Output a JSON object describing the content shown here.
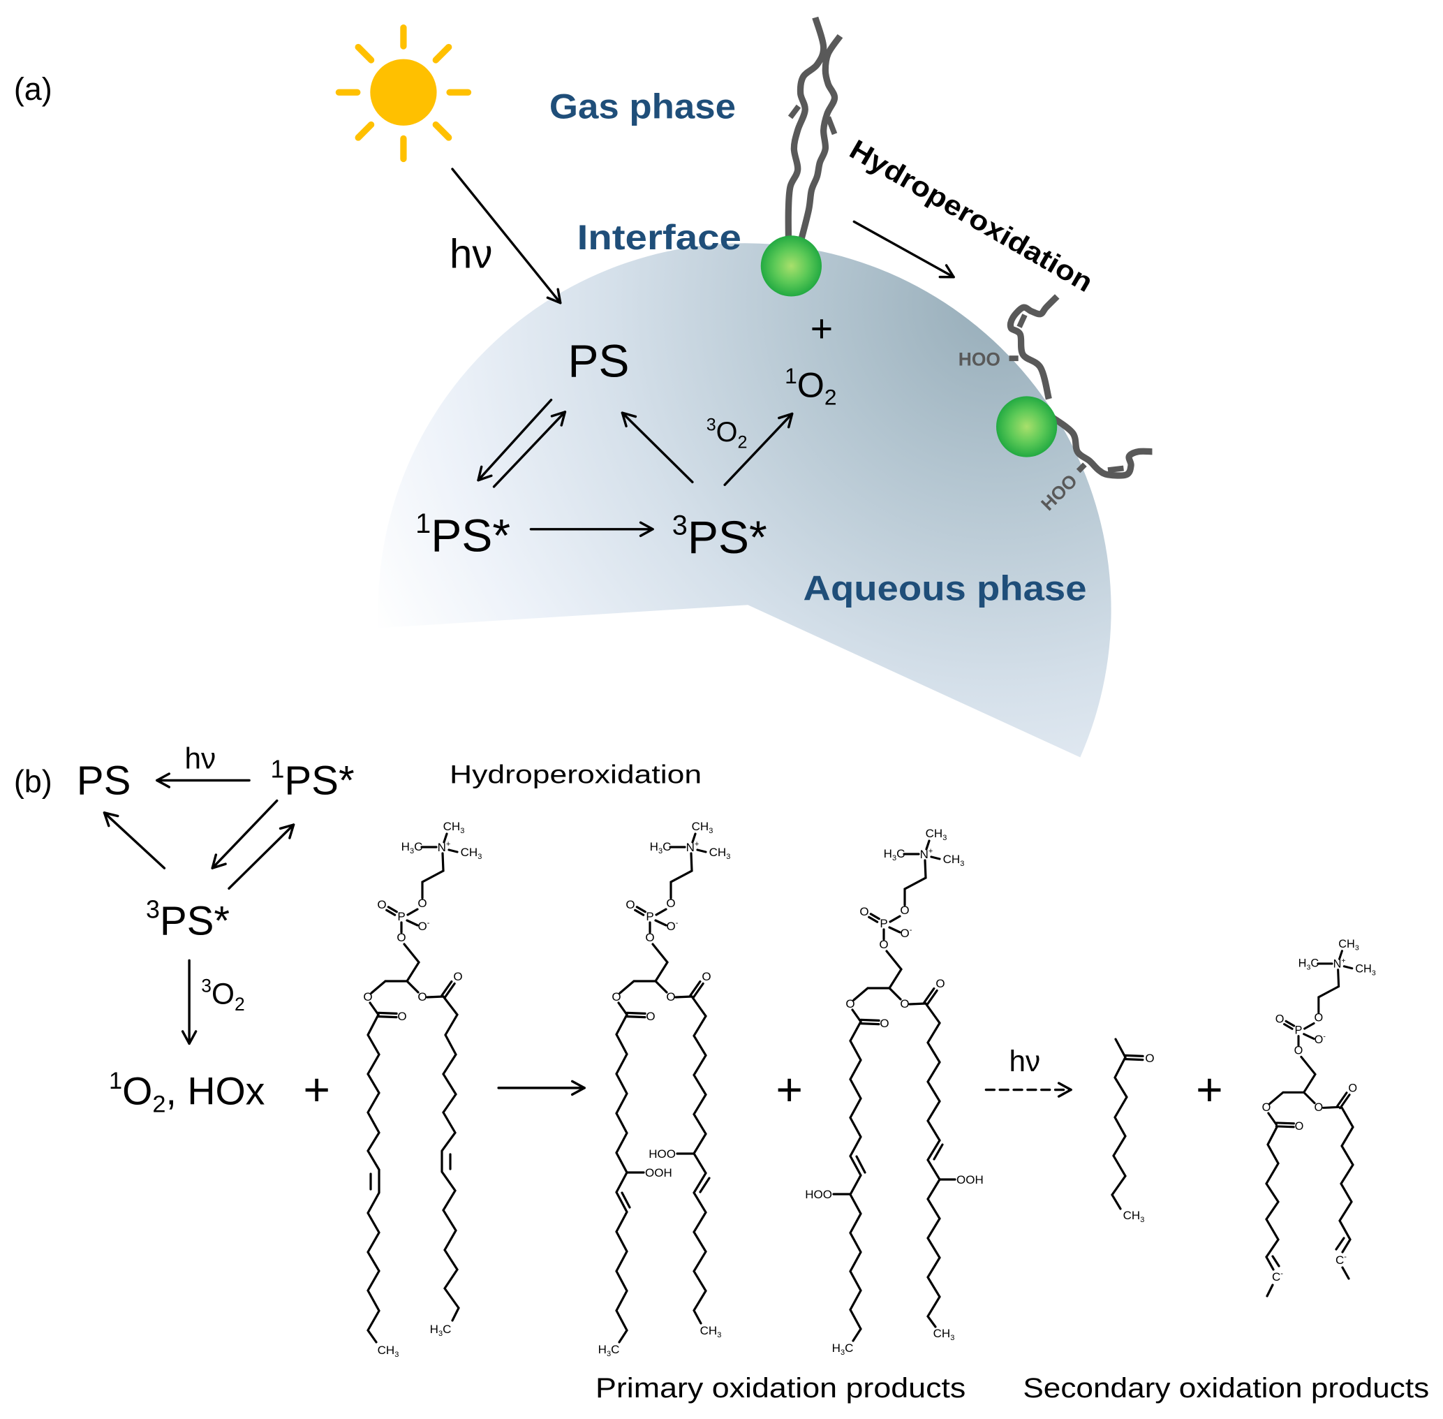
{
  "figure": {
    "panel_a": {
      "label": "(a)",
      "gas_phase": "Gas phase",
      "interface": "Interface",
      "aqueous_phase": "Aqueous phase",
      "hydroperoxidation": "Hydroperoxidation",
      "hv": "hν",
      "ps": "PS",
      "singlet_ps": {
        "sup": "1",
        "base": "PS*"
      },
      "triplet_ps": {
        "sup": "3",
        "base": "PS*"
      },
      "triplet_o2": {
        "sup": "3",
        "base": "O",
        "sub": "2"
      },
      "singlet_o2": {
        "sup": "1",
        "base": "O",
        "sub": "2"
      },
      "plus": "+",
      "hoo_upper": "HOO",
      "hoo_lower": "HOO"
    },
    "panel_b": {
      "label": "(b)",
      "ps": "PS",
      "hv": "hν",
      "singlet_ps": {
        "sup": "1",
        "base": "PS*"
      },
      "triplet_ps": {
        "sup": "3",
        "base": "PS*"
      },
      "triplet_o2": {
        "sup": "3",
        "base": "O",
        "sub": "2"
      },
      "oxidants": {
        "sup": "1",
        "base": "O",
        "sub": "2",
        "rest": ", HOx"
      },
      "plus": "+",
      "hydroperoxidation": "Hydroperoxidation",
      "hv_dashed": "hν",
      "primary_products": "Primary oxidation products",
      "secondary_products": "Secondary oxidation products",
      "molecules": {
        "atoms": {
          "ch3": [
            {
              "t": "CH"
            },
            {
              "t": "3",
              "s": "sub"
            }
          ],
          "h3c": [
            {
              "t": "H"
            },
            {
              "t": "3",
              "s": "sub"
            },
            {
              "t": "C"
            }
          ],
          "n_plus": [
            {
              "t": "N"
            },
            {
              "t": "+",
              "s": "sup"
            }
          ],
          "o": [
            {
              "t": "O"
            }
          ],
          "o_minus": [
            {
              "t": "O"
            },
            {
              "t": "-",
              "s": "sup"
            }
          ],
          "p": [
            {
              "t": "P"
            }
          ],
          "hoo": [
            {
              "t": "HOO"
            }
          ],
          "ooh": [
            {
              "t": "OOH"
            }
          ],
          "c_minus": [
            {
              "t": "C"
            },
            {
              "t": "-",
              "s": "sup"
            }
          ]
        }
      }
    }
  },
  "colors": {
    "label_blue": "#1F4E79",
    "sun": "#FFC000",
    "lipid_chain": "#595959",
    "headgroup_green": "#3CC04F",
    "interface_dark": "#97ADB9",
    "interface_light": "#FFFFFF"
  }
}
